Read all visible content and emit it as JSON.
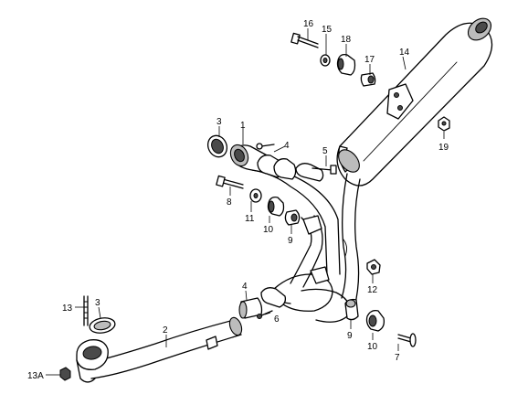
{
  "callouts": [
    {
      "id": "c16",
      "label": "16"
    },
    {
      "id": "c15",
      "label": "15"
    },
    {
      "id": "c18",
      "label": "18"
    },
    {
      "id": "c14",
      "label": "14"
    },
    {
      "id": "c17",
      "label": "17"
    },
    {
      "id": "c3a",
      "label": "3"
    },
    {
      "id": "c1",
      "label": "1"
    },
    {
      "id": "c4a",
      "label": "4"
    },
    {
      "id": "c5",
      "label": "5"
    },
    {
      "id": "c19",
      "label": "19"
    },
    {
      "id": "c8",
      "label": "8"
    },
    {
      "id": "c11",
      "label": "11"
    },
    {
      "id": "c10a",
      "label": "10"
    },
    {
      "id": "c9a",
      "label": "9"
    },
    {
      "id": "c12",
      "label": "12"
    },
    {
      "id": "c4b",
      "label": "4"
    },
    {
      "id": "c6",
      "label": "6"
    },
    {
      "id": "c13",
      "label": "13"
    },
    {
      "id": "c3b",
      "label": "3"
    },
    {
      "id": "c2",
      "label": "2"
    },
    {
      "id": "c9b",
      "label": "9"
    },
    {
      "id": "c10b",
      "label": "10"
    },
    {
      "id": "c7",
      "label": "7"
    },
    {
      "id": "c13a",
      "label": "13A"
    }
  ]
}
